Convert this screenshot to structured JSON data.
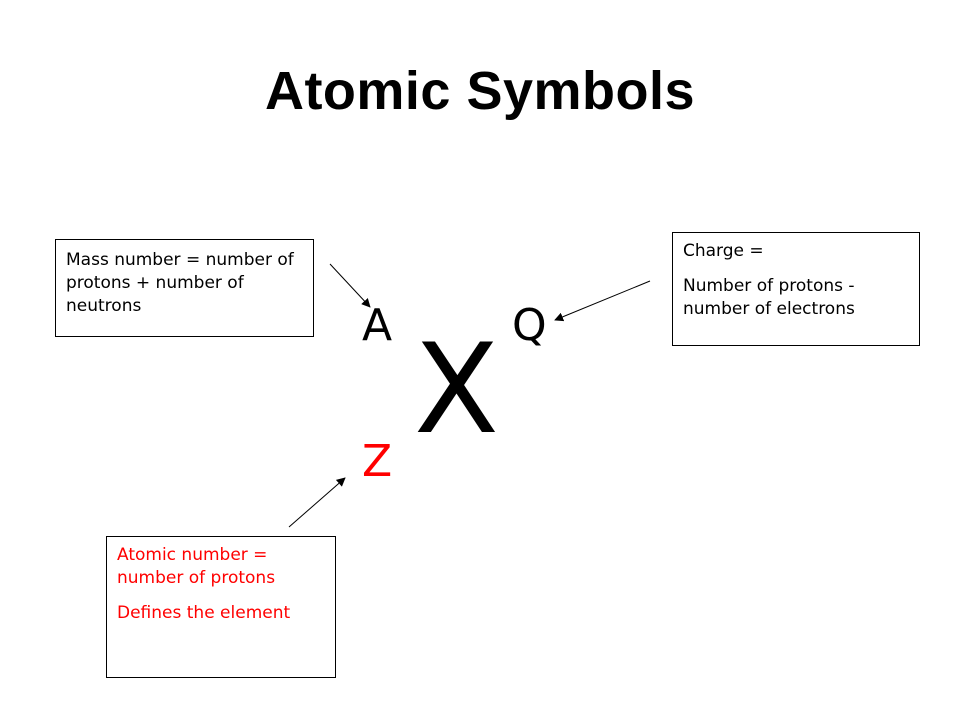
{
  "title": "Atomic Symbols",
  "symbols": {
    "mass": "A",
    "charge": "Q",
    "element": "X",
    "atomic": "Z"
  },
  "boxes": {
    "mass": {
      "lines": [
        "Mass number = number of protons + number of neutrons"
      ]
    },
    "charge": {
      "lines": [
        "Charge =",
        "Number of protons - number of electrons"
      ]
    },
    "atomic": {
      "lines": [
        "Atomic number = number of protons",
        "Defines the element"
      ]
    }
  },
  "colors": {
    "text": "#000000",
    "highlight": "#ff0000",
    "background": "#ffffff"
  }
}
